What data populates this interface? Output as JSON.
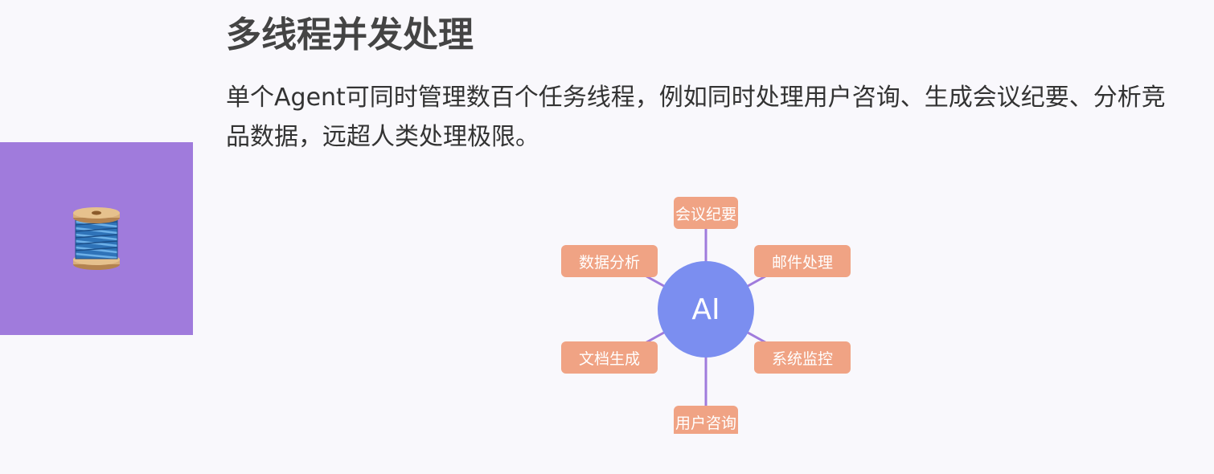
{
  "section": {
    "title": "多线程并发处理",
    "description": "单个Agent可同时管理数百个任务线程，例如同时处理用户咨询、生成会议纪要、分析竞品数据，远超人类处理极限。",
    "icon": "thread-spool-icon",
    "icon_glyph": "🧵"
  },
  "diagram": {
    "hub_label": "AI",
    "nodes": {
      "top": "会议纪要",
      "upper_right": "邮件处理",
      "lower_right": "系统监控",
      "bottom": "用户咨询",
      "lower_left": "文档生成",
      "upper_left": "数据分析"
    }
  },
  "colors": {
    "background": "#f9f8fc",
    "icon_panel": "#a07bdc",
    "hub": "#7b8ef0",
    "node": "#f0a384",
    "connector": "#a07bdc",
    "title_text": "#444444",
    "body_text": "#333333"
  }
}
